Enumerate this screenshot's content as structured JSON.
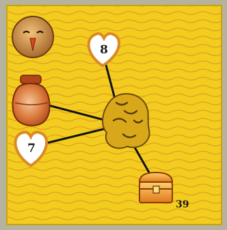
{
  "board": {
    "background_color": "#f2cc1e",
    "wave_color": "#d77a2a",
    "line_color": "#111111"
  },
  "tokens": {
    "top_heart": {
      "icon": "heart-icon",
      "value": "8"
    },
    "left_heart": {
      "icon": "heart-icon",
      "value": "7"
    },
    "chest": {
      "icon": "treasure-chest-icon",
      "count": "39"
    },
    "mask": {
      "icon": "mask-icon"
    },
    "jar": {
      "icon": "jar-icon"
    },
    "hub": {
      "icon": "rune-stone-icon"
    }
  }
}
